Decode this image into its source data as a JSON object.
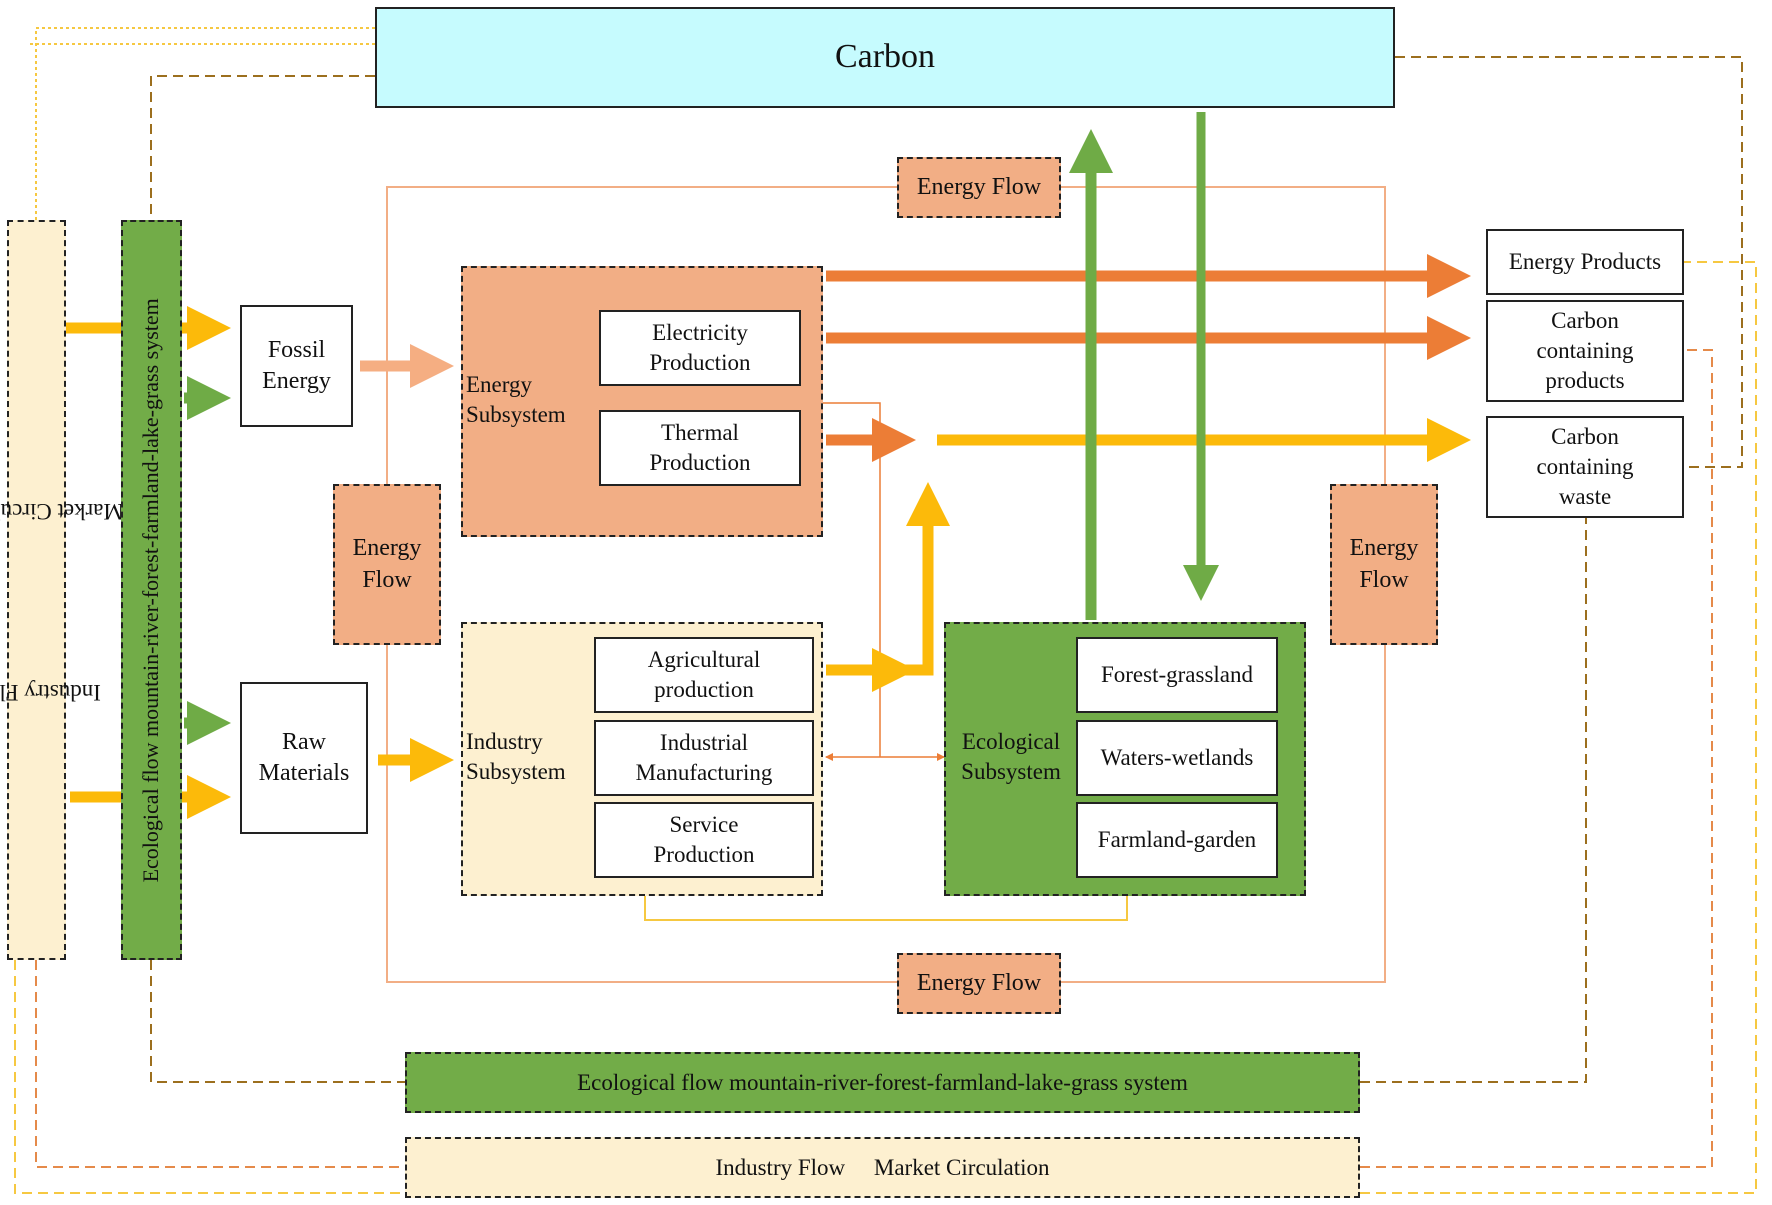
{
  "carbon": "Carbon",
  "energy_flow": "Energy Flow",
  "energy_flow_left": "Energy\nFlow",
  "energy_flow_right": "Energy\nFlow",
  "industry_flow": "Industry Flow",
  "market_circulation": "Market Circulation",
  "ecological_flow": "Ecological flow mountain-river-forest-farmland-lake-grass system",
  "fossil_energy": "Fossil\nEnergy",
  "raw_materials": "Raw\nMaterials",
  "energy_subsystem": {
    "label": "Energy\nSubsystem",
    "items": [
      "Electricity\nProduction",
      "Thermal\nProduction"
    ]
  },
  "industry_subsystem": {
    "label": "Industry\nSubsystem",
    "items": [
      "Agricultural\nproduction",
      "Industrial\nManufacturing",
      "Service\nProduction"
    ]
  },
  "ecological_subsystem": {
    "label": "Ecological\nSubsystem",
    "items": [
      "Forest-grassland",
      "Waters-wetlands",
      "Farmland-garden"
    ]
  },
  "outputs": [
    "Energy Products",
    "Carbon\ncontaining\nproducts",
    "Carbon\ncontaining\nwaste"
  ],
  "colors": {
    "orange_arrow": "#ec7d36",
    "yellow_arrow": "#fcba0a",
    "green_arrow": "#6fab46",
    "light_orange_arrow": "#f5ae82",
    "brown_dash": "#9c6f1e",
    "orange_dash": "#e58a4a",
    "yellow_dash": "#f6c841"
  }
}
